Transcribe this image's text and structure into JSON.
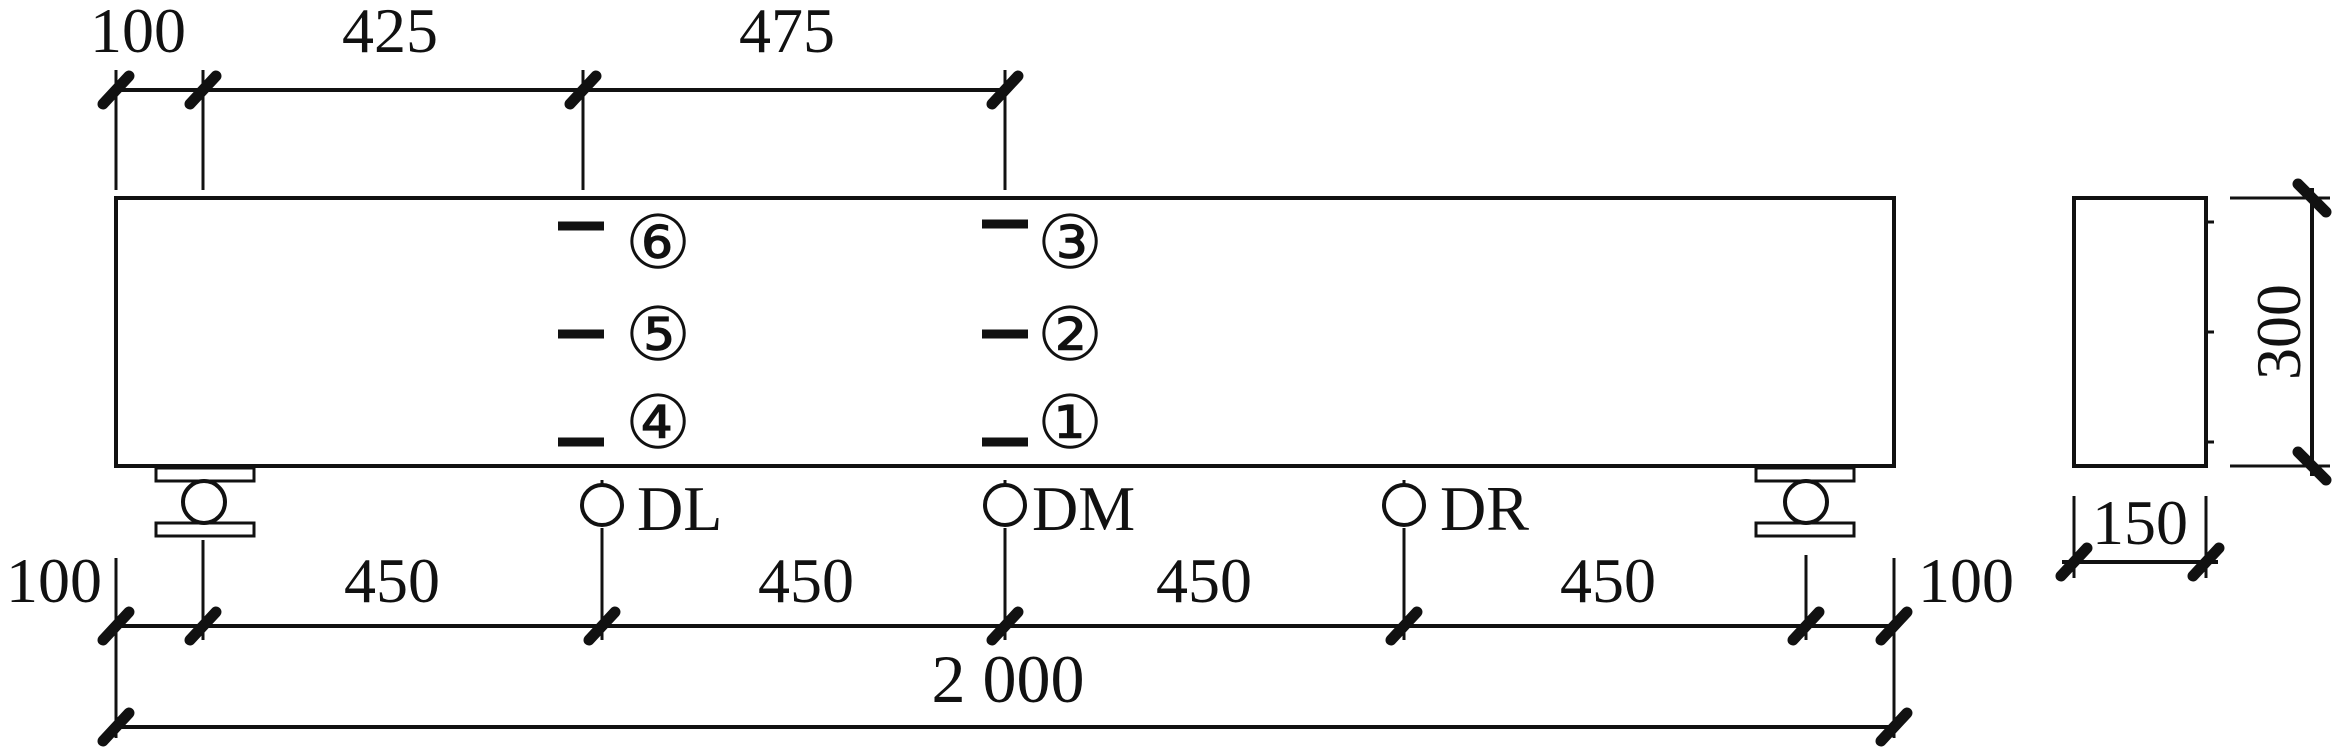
{
  "top_dims": {
    "left_overhang": "100",
    "load_offset": "425",
    "load_spacing": "475"
  },
  "bottom_dims": {
    "left_end": "100",
    "span_1": "450",
    "span_2": "450",
    "span_3": "450",
    "span_4": "450",
    "right_end": "100",
    "total": "2 000"
  },
  "section_dims": {
    "height": "300",
    "width": "150"
  },
  "strain_gauges": {
    "left_group": [
      "⑥",
      "⑤",
      "④"
    ],
    "mid_group": [
      "③",
      "②",
      "①"
    ]
  },
  "lvdts": {
    "left": "DL",
    "mid": "DM",
    "right": "DR"
  }
}
